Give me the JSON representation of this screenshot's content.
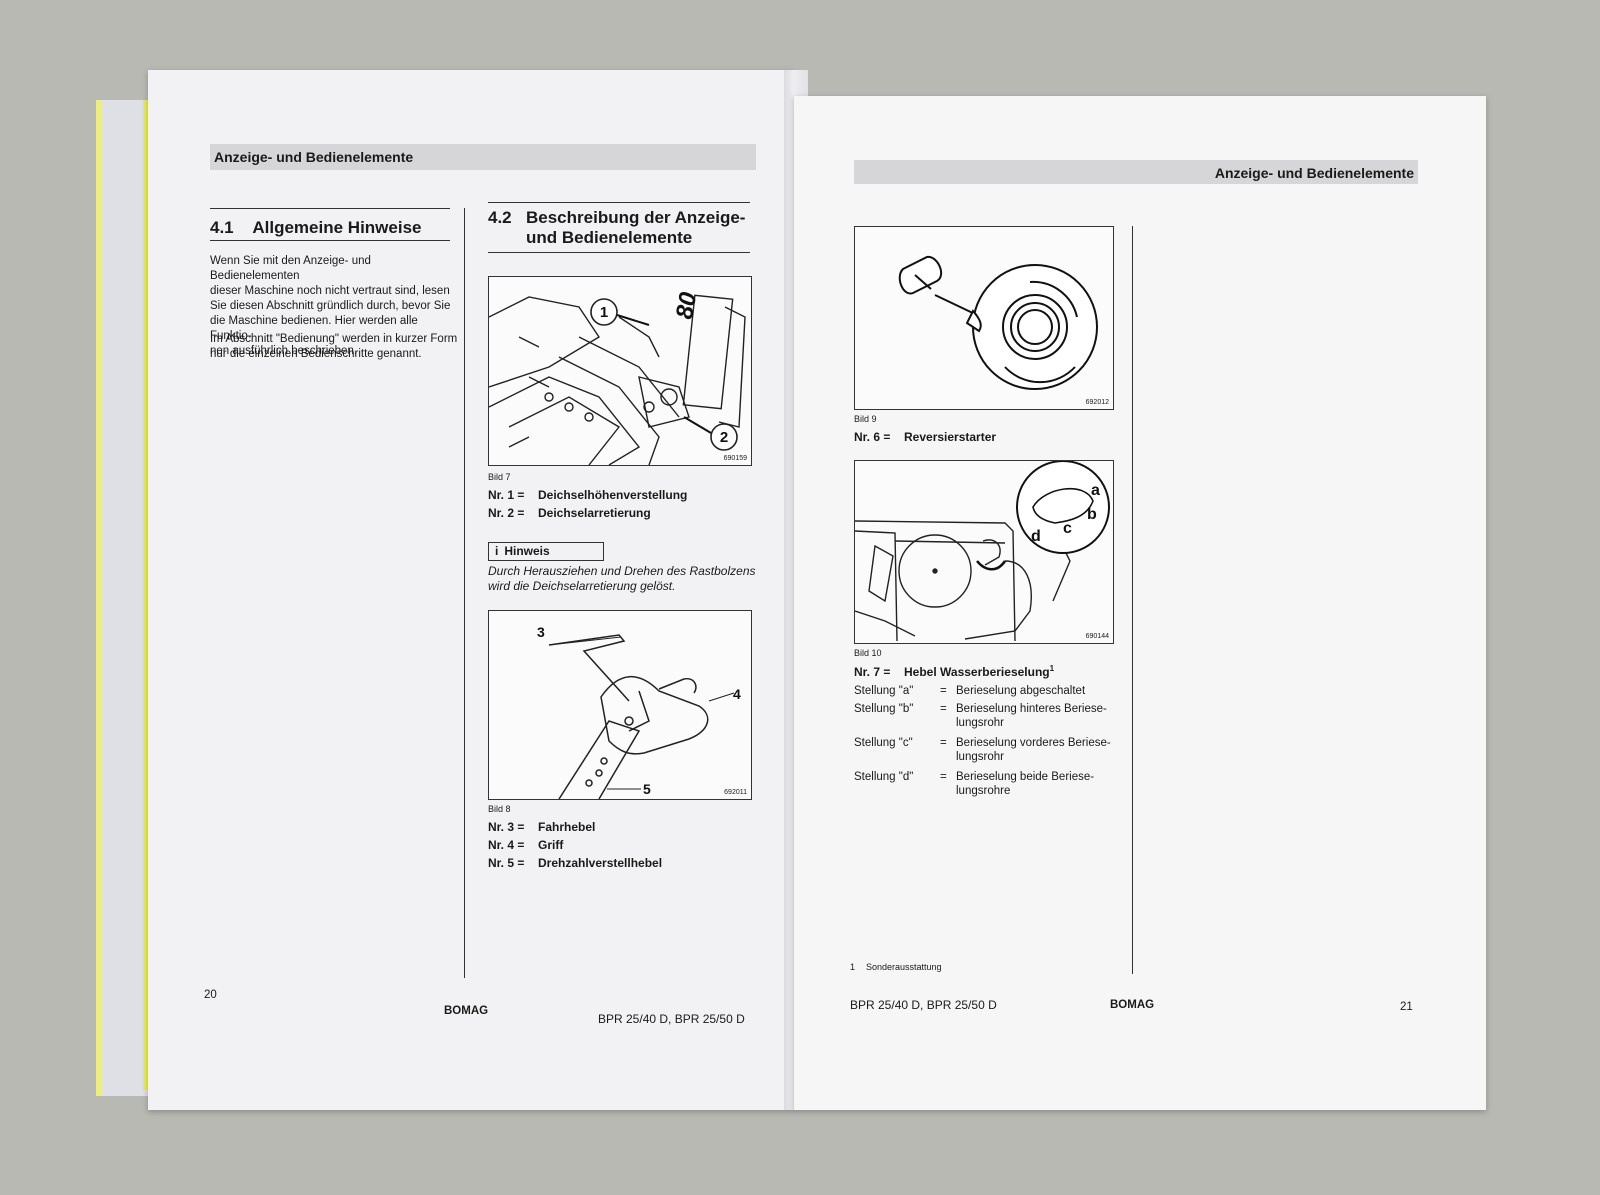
{
  "left_page": {
    "header": "Anzeige- und Bedienelemente",
    "section_41": {
      "number": "4.1",
      "title": "Allgemeine Hinweise"
    },
    "intro_lines": [
      "Wenn Sie mit den Anzeige- und Bedienelementen",
      "dieser Maschine noch nicht vertraut sind, lesen",
      "Sie diesen Abschnitt gründlich durch, bevor Sie",
      "die Maschine bedienen. Hier werden alle Funktio-",
      "nen ausführlich beschrieben."
    ],
    "intro2_lines": [
      "Im Abschnitt \"Bedienung\" werden in kurzer Form",
      "nur die einzelnen Bedienschritte genannt."
    ],
    "section_42": {
      "number": "4.2",
      "title_line1": "Beschreibung der Anzeige-",
      "title_line2": "und Bedienelemente"
    },
    "fig7": {
      "id": "690159",
      "caption": "Bild 7",
      "callouts": [
        "1",
        "2"
      ],
      "decal": "80"
    },
    "fig7_items": [
      {
        "nr": "Nr. 1 =",
        "text": "Deichselhöhenverstellung"
      },
      {
        "nr": "Nr. 2 =",
        "text": "Deichselarretierung"
      }
    ],
    "note": {
      "icon": "i",
      "title": "Hinweis",
      "lines": [
        "Durch Herausziehen und Drehen des Rastbolzens",
        "wird die Deichselarretierung gelöst."
      ]
    },
    "fig8": {
      "id": "692011",
      "caption": "Bild 8",
      "callouts": [
        "3",
        "4",
        "5"
      ]
    },
    "fig8_items": [
      {
        "nr": "Nr. 3 =",
        "text": "Fahrhebel"
      },
      {
        "nr": "Nr. 4 =",
        "text": "Griff"
      },
      {
        "nr": "Nr. 5 =",
        "text": "Drehzahlverstellhebel"
      }
    ],
    "page_number": "20",
    "brand": "BOMAG",
    "model": "BPR 25/40 D, BPR 25/50 D"
  },
  "right_page": {
    "header": "Anzeige- und Bedienelemente",
    "fig9": {
      "id": "692012",
      "caption": "Bild 9"
    },
    "fig9_item": {
      "nr": "Nr. 6 =",
      "text": "Reversierstarter"
    },
    "fig10": {
      "id": "690144",
      "caption": "Bild 10",
      "callouts": [
        "a",
        "b",
        "c",
        "d"
      ]
    },
    "fig10_item": {
      "nr": "Nr. 7 =",
      "text": "Hebel Wasserberieselung",
      "sup": "1"
    },
    "positions": [
      {
        "label": "Stellung \"a\"",
        "eq": "=",
        "lines": [
          "Berieselung abgeschaltet"
        ]
      },
      {
        "label": "Stellung \"b\"",
        "eq": "=",
        "lines": [
          "Berieselung hinteres Beriese-",
          "lungsrohr"
        ]
      },
      {
        "label": "Stellung \"c\"",
        "eq": "=",
        "lines": [
          "Berieselung vorderes Beriese-",
          "lungsrohr"
        ]
      },
      {
        "label": "Stellung \"d\"",
        "eq": "=",
        "lines": [
          "Berieselung beide Beriese-",
          "lungsrohre"
        ]
      }
    ],
    "footnote": {
      "num": "1",
      "text": "Sonderausstattung"
    },
    "model": "BPR 25/40 D, BPR 25/50 D",
    "brand": "BOMAG",
    "page_number": "21"
  }
}
